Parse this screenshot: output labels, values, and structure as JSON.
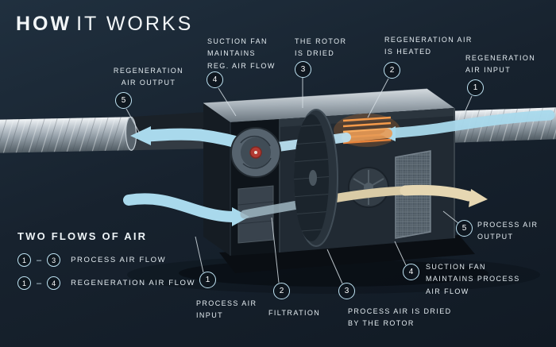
{
  "title": {
    "strong": "HOW",
    "rest": "IT WORKS"
  },
  "callouts": [
    {
      "id": "regeneration-air-output",
      "num": "5",
      "label": "REGENERATION\nAIR OUTPUT"
    },
    {
      "id": "suction-fan-reg",
      "num": "4",
      "label": "SUCTION FAN\nMAINTAINS\nREG. AIR FLOW"
    },
    {
      "id": "rotor-is-dried",
      "num": "3",
      "label": "THE ROTOR\nIS DRIED"
    },
    {
      "id": "regeneration-air-heated",
      "num": "2",
      "label": "REGENERATION AIR\nIS HEATED"
    },
    {
      "id": "regeneration-air-input",
      "num": "1",
      "label": "REGENERATION\nAIR INPUT"
    },
    {
      "id": "process-air-output",
      "num": "5",
      "label": "PROCESS AIR\nOUTPUT"
    },
    {
      "id": "suction-fan-process",
      "num": "4",
      "label": "SUCTION FAN\nMAINTAINS PROCESS\nAIR FLOW"
    },
    {
      "id": "process-air-dried",
      "num": "3",
      "label": "PROCESS AIR IS DRIED\nBY THE ROTOR"
    },
    {
      "id": "filtration",
      "num": "2",
      "label": "FILTRATION"
    },
    {
      "id": "process-air-input",
      "num": "1",
      "label": "PROCESS AIR\nINPUT"
    }
  ],
  "legend": {
    "title": "TWO FLOWS OF AIR",
    "rows": [
      {
        "start": "1",
        "separator": "–",
        "end": "3",
        "label": "PROCESS AIR FLOW"
      },
      {
        "start": "1",
        "separator": "–",
        "end": "4",
        "label": "REGENERATION AIR FLOW"
      }
    ]
  },
  "colors": {
    "background": "#17222d",
    "flow_blue": "#a9d9ec",
    "flow_warm": "#e6d7b2",
    "heater_orange": "#f49a4a",
    "circle_border": "#bfe4f4",
    "text": "#e4ecf1"
  }
}
